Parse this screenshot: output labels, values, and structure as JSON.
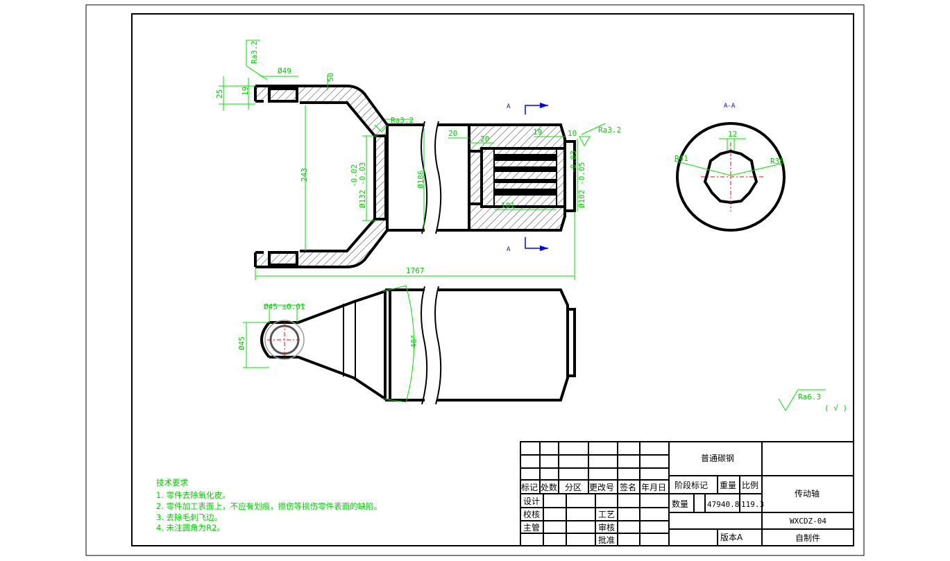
{
  "drawing": {
    "section_label": "A",
    "section_view_title": "A-A",
    "dimensions": {
      "ra_top": "Ra3.2",
      "ra_mid": "Ra3.2",
      "ra_right": "Ra3.2",
      "d49": "Ø49",
      "d50": "50",
      "d25": "25",
      "d19": "19",
      "d243": "243",
      "d132": "Ø132 -0.03",
      "d132_upper": "-0.02",
      "d186": "Ø186",
      "d20a": "20",
      "d20b": "20",
      "d19b": "19",
      "d10": "10",
      "d101": "101",
      "d102": "Ø102 -0.05",
      "d102_upper": "-0.03",
      "d1767": "1767",
      "d12": "12",
      "r41": "R41",
      "r36": "R36",
      "d45": "Ø45 ±0.01",
      "d45b": "Ø45",
      "a40": "40°",
      "ra_general": "Ra6.3",
      "ra_general_note": "( √ )"
    }
  },
  "requirements": {
    "title": "技术要求",
    "items": [
      "1. 零件去除氧化皮。",
      "2. 零件加工表面上，不应有划痕，擦伤等损伤零件表面的缺陷。",
      "3. 去除毛刺飞边。",
      "4. 未注圆角为R2。"
    ]
  },
  "title_block": {
    "headers": [
      "标记",
      "处数",
      "分区",
      "更改号",
      "签名",
      "年月日"
    ],
    "roles": [
      "设计",
      "校核",
      "主管"
    ],
    "roles2": [
      "工艺",
      "审核",
      "批准"
    ],
    "material": "普通碳钢",
    "stage_mark": "阶段标记",
    "weight_label": "重量",
    "scale_label": "比例",
    "quantity_label": "数量",
    "weight_value": "47940.8",
    "scale_value": "119.3",
    "part_name": "传动轴",
    "drawing_number": "WXCDZ-04",
    "version_label": "版本A",
    "source": "自制件"
  }
}
